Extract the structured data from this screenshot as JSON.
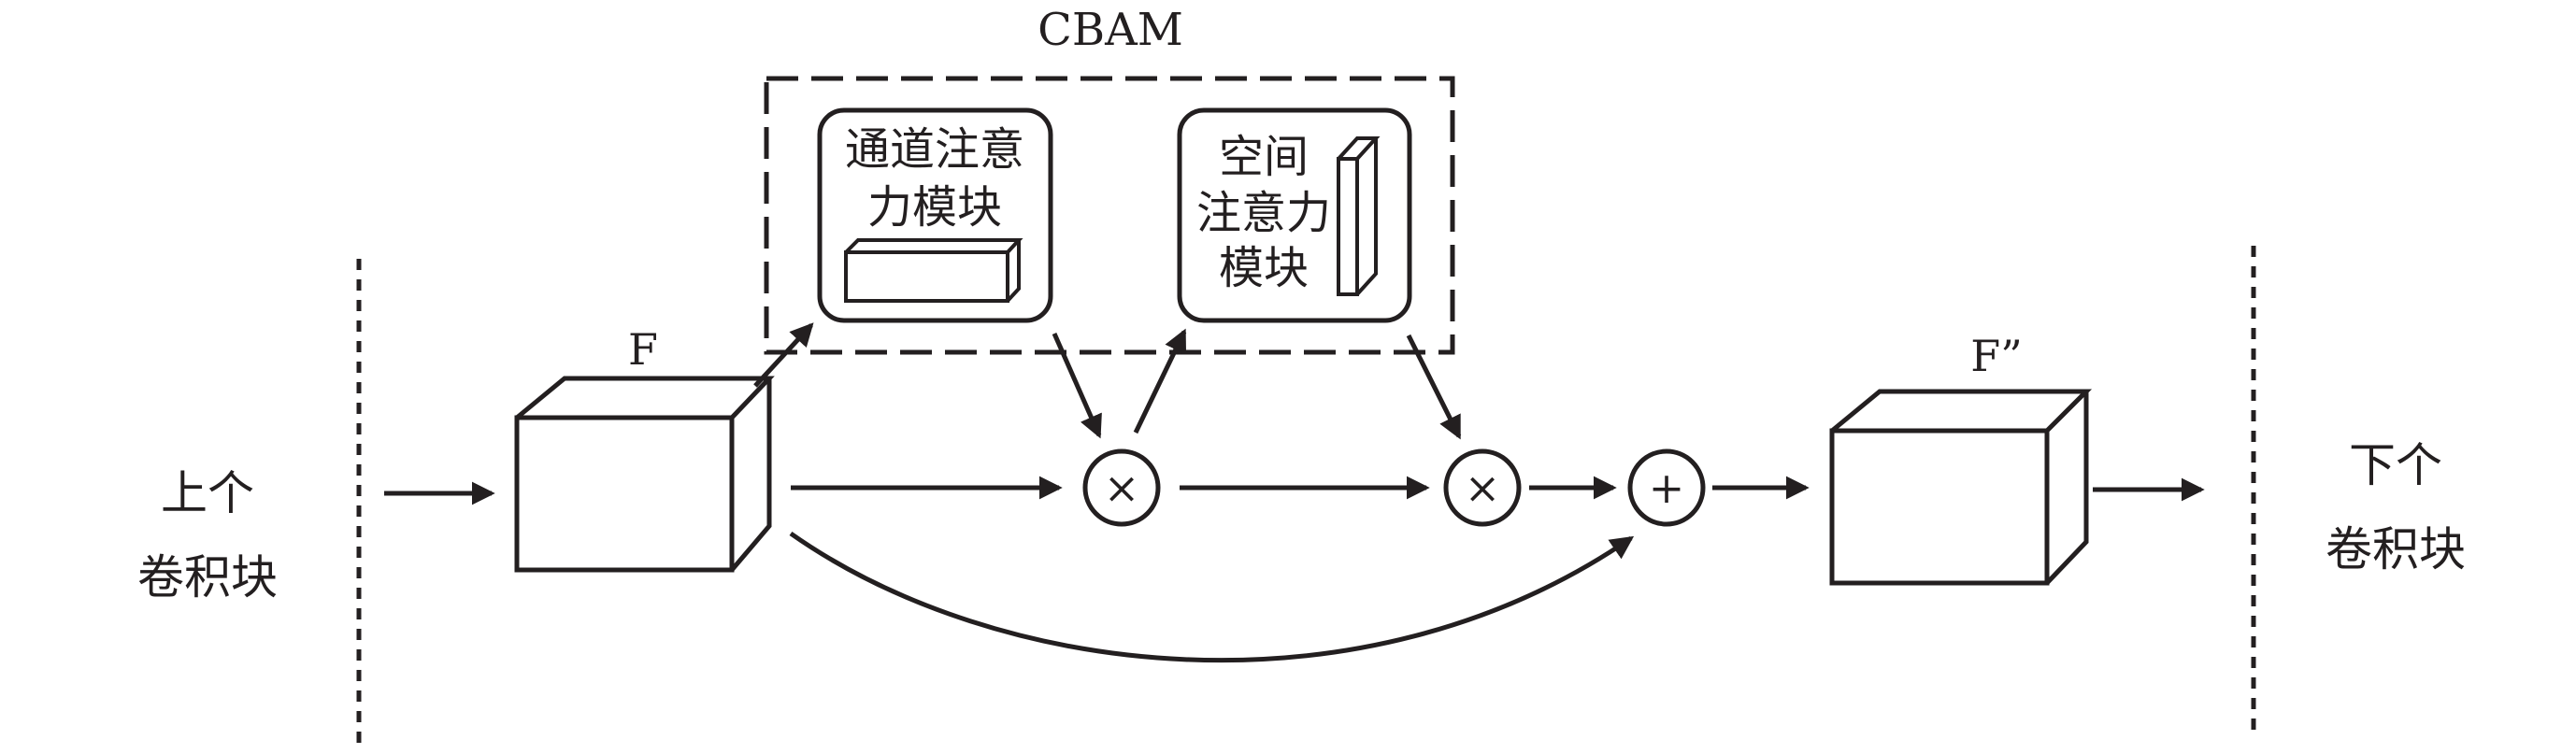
{
  "title": "CBAM",
  "left_label": [
    "上个",
    "卷积块"
  ],
  "right_label": [
    "下个",
    "卷积块"
  ],
  "input_feature_label": "F",
  "output_feature_label": "F”",
  "channel_attention_label": [
    "通道注意",
    "力模块"
  ],
  "spatial_attention_label": [
    "空间",
    "注意力",
    "模块"
  ],
  "multiply_symbol": "×",
  "add_symbol": "+",
  "colors": {
    "ink": "#231f20",
    "background": "#ffffff"
  }
}
